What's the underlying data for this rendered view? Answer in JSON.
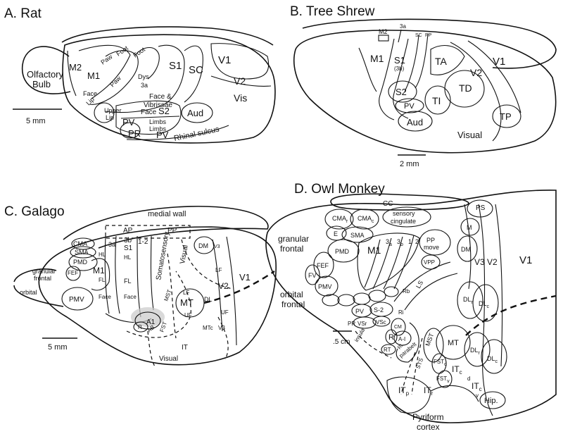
{
  "panels": {
    "rat": {
      "title": "A. Rat",
      "labels": {
        "olfactory": "Olfactory",
        "bulb": "Bulb",
        "m2": "M2",
        "m1": "M1",
        "face_m1": "Face",
        "paw_upper": "Paw",
        "foot_upper": "Foot",
        "foot": "Foot",
        "paw": "Paw",
        "dys": "Dys",
        "s1": "S1",
        "sc": "SC",
        "a3": "3a",
        "face_vib1": "Face &",
        "face_vib2": "Vibrissae",
        "lip": "Lip",
        "upper": "Upper",
        "lip2": "Lip",
        "face_s2": "Face",
        "s2": "S2",
        "limbs1": "Limbs",
        "limbs2": "Limbs",
        "pv1": "PV",
        "pv2": "PV",
        "pr": "PR",
        "aud": "Aud",
        "v1": "V1",
        "v2": "V2",
        "vis": "Vis",
        "rhinal": "Rhinal sulcus"
      },
      "scale": "5 mm"
    },
    "tree_shrew": {
      "title": "B. Tree Shrew",
      "labels": {
        "m2": "M2",
        "a3": "3a",
        "sc": "SC",
        "pp": "PP",
        "m1": "M1",
        "s1": "S1",
        "b3": "(3b)",
        "ta": "TA",
        "v1": "V1",
        "v2": "V2",
        "td": "TD",
        "s2": "S2",
        "pv": "PV",
        "ti": "TI",
        "aud": "Aud",
        "tp": "TP",
        "visual": "Visual"
      },
      "scale": "2 mm"
    },
    "galago": {
      "title": "C. Galago",
      "labels": {
        "medial_wall": "medial  wall",
        "ap": "AP",
        "pp": "PP",
        "cma": "CMA",
        "sma": "SMA",
        "a3": "3a",
        "b3": "3b",
        "s1": "S1",
        "r12": "1-2",
        "somatosensory": "Somatosensory",
        "visual_rot": "Visual",
        "dm": "DM",
        "v3": "V3",
        "pmd": "PMD",
        "hl_m1": "HL",
        "hl_s1": "HL",
        "m1": "M1",
        "fl_m1": "FL",
        "fl_s1": "FL",
        "fef": "FEF",
        "granular": "granular",
        "frontal": "frontal",
        "orbital": "orbital",
        "pmv": "PMV",
        "face_m1": "Face",
        "face_s1": "Face",
        "lf": "LF",
        "v2": "V2",
        "v1": "V1",
        "mst": "MST",
        "mt": "MT",
        "dl": "DL",
        "uf": "UF",
        "uf2": "UF",
        "a1": "A1",
        "r": "R",
        "ab": "AB",
        "fst": "FST",
        "mtc": "MTc",
        "it": "IT",
        "visual": "Visual"
      },
      "scale": "5 mm"
    },
    "owl_monkey": {
      "title": "D. Owl Monkey",
      "labels": {
        "cc": "CC",
        "ps": "PS",
        "cmar": "CMA",
        "cmar_sub": "r",
        "cmac": "CMA",
        "cmac_sub": "c",
        "sensory1": "sensory",
        "sensory2": "cingulate",
        "granular": "granular",
        "frontal": "frontal",
        "e": "E",
        "sma": "SMA",
        "pmd": "PMD",
        "m1": "M1",
        "a3": "3",
        "a3_sub": "a",
        "b3": "3",
        "b3_sub": "b",
        "one": "1",
        "two": "2",
        "pp": "PP",
        "move": "move",
        "m": "M",
        "dm": "DM",
        "v3": "V3",
        "v2": "V2",
        "v1": "V1",
        "fef": "FEF",
        "fv": "FV",
        "pmv": "PMV",
        "vpp": "VPP",
        "orbital": "orbital",
        "frontal2": "frontal",
        "ls": "LS",
        "rb": "Rb",
        "ri": "Ri",
        "pv": "PV",
        "s2": "S-2",
        "pr": "PR",
        "vsr": "VSr",
        "vsc": "VSc",
        "cm": "CM",
        "r": "R",
        "a1": "A-I",
        "rt": "RT",
        "rl": "RL",
        "parabelt": "parabelt",
        "insula": "insula",
        "mst": "MST",
        "mt": "MT",
        "dlr_top": "DL",
        "dlr_top_sub": "r",
        "dlc_top": "DL",
        "dlc_top_sub": "c",
        "sts": "STS",
        "fstd": "FST",
        "fstd_sub": "d",
        "fstv": "FST",
        "fstv_sub": "v",
        "dlr_bot": "DL",
        "dlr_bot_sub": "r",
        "dlc_bot": "DL",
        "dlc_bot_sub": "c",
        "itcd": "IT",
        "itcd_sub": "c",
        "itcd_sub2": "d",
        "itcv": "IT",
        "itcv_sub": "c",
        "itcv_sub2": "v",
        "itp": "IT",
        "itp_sub": "p",
        "itr": "IT",
        "itr_sub": "r",
        "hip": "Hip.",
        "pyriform": "Pyriform",
        "cortex": "cortex"
      },
      "scale": ".5 cm"
    }
  }
}
